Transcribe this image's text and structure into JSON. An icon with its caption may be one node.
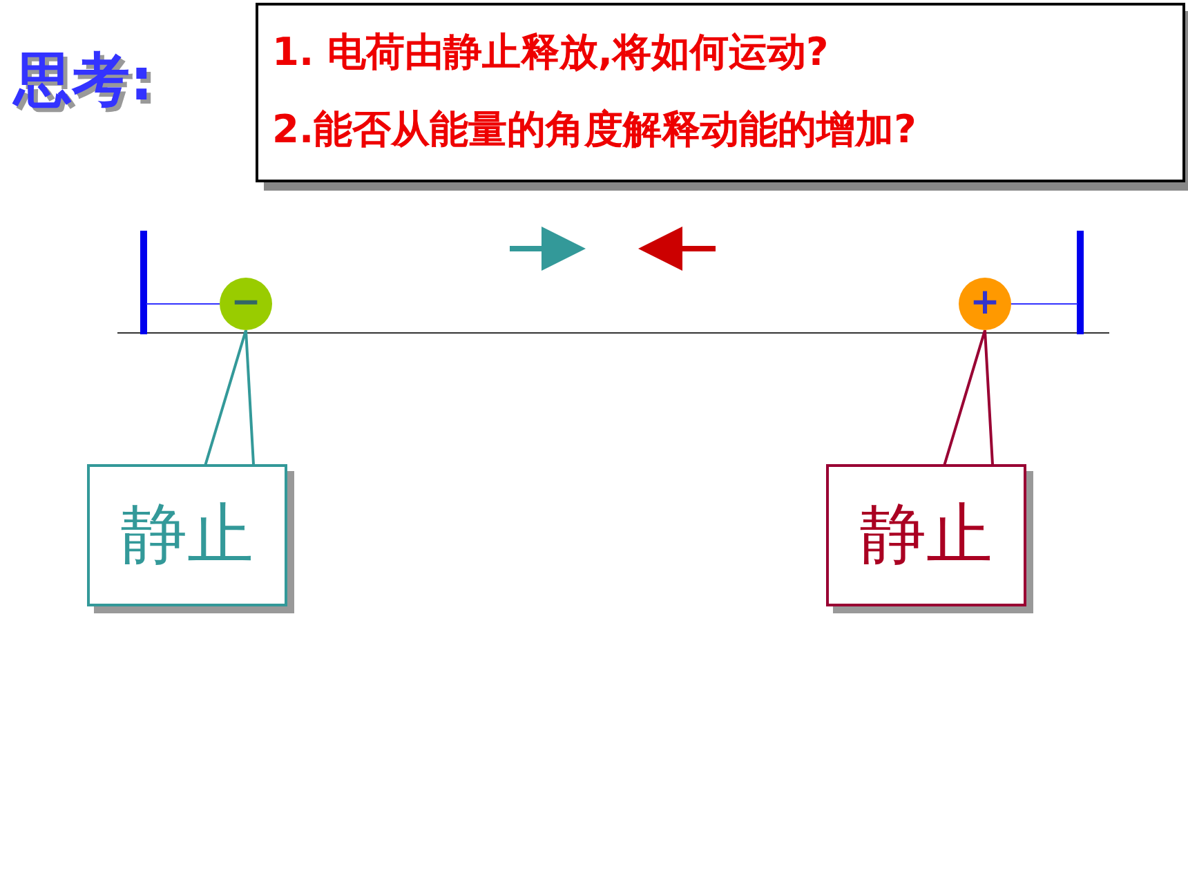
{
  "diagram": {
    "nodes": [
      {
        "text": [
          "1. 电荷由静止释放,将如何运动?",
          "2.能否从能量的角度解释动能的增加?"
        ]
      },
      {
        "text": [
          "−"
        ]
      },
      {
        "text": [
          "+"
        ]
      },
      {
        "text": [
          "静止"
        ]
      },
      {
        "text": [
          "静止"
        ]
      }
    ],
    "edges": [
      {
        "from": 3,
        "to": 1,
        "arrow": "none",
        "color": "#339999"
      },
      {
        "from": 4,
        "to": 2,
        "arrow": "none",
        "color": "#990033"
      }
    ],
    "labels": [
      "思考:"
    ]
  }
}
